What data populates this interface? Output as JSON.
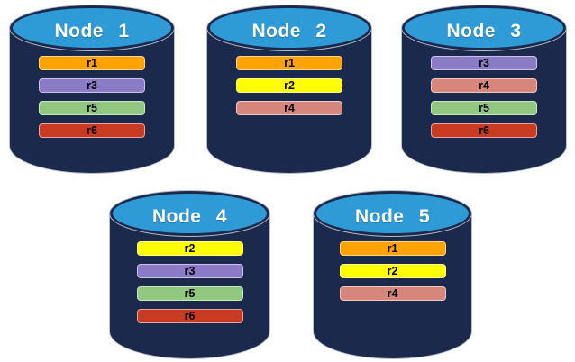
{
  "diagram": {
    "node_icon": "database-cylinder-icon",
    "colors": {
      "cylinder_body": "#1B2A4C",
      "cylinder_top": "#2F9BD6",
      "cylinder_outline": "#B9BFCC",
      "title_text": "#FFFFFF",
      "bar_text": "#000000",
      "replicas": {
        "r1": "#FEA302",
        "r2": "#FFFF00",
        "r3": "#8B7AC6",
        "r4": "#D6867B",
        "r5": "#8FC87E",
        "r6": "#C93A23"
      }
    },
    "nodes": [
      {
        "label": "Node 1",
        "replicas": [
          "r1",
          "r3",
          "r5",
          "r6"
        ]
      },
      {
        "label": "Node 2",
        "replicas": [
          "r1",
          "r2",
          "r4"
        ]
      },
      {
        "label": "Node 3",
        "replicas": [
          "r3",
          "r4",
          "r5",
          "r6"
        ]
      },
      {
        "label": "Node 4",
        "replicas": [
          "r2",
          "r3",
          "r5",
          "r6"
        ]
      },
      {
        "label": "Node 5",
        "replicas": [
          "r1",
          "r2",
          "r4"
        ]
      }
    ]
  }
}
